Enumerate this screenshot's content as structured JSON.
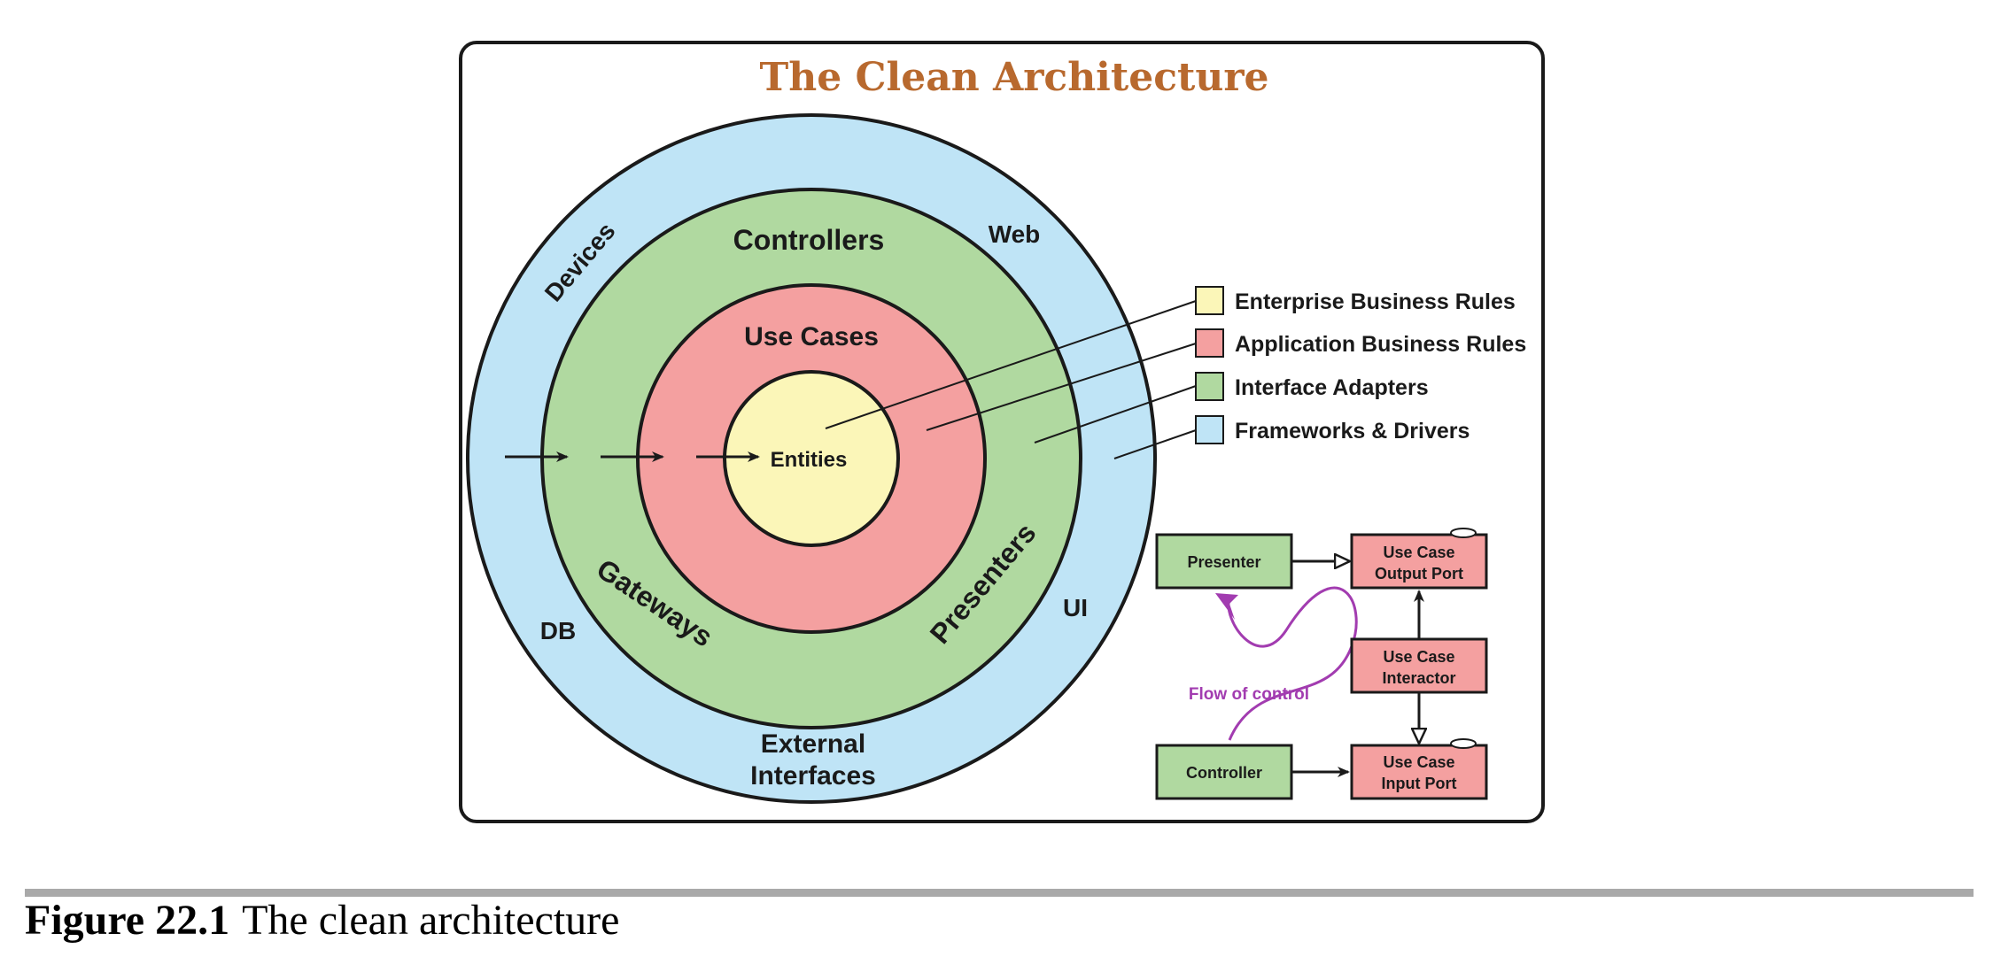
{
  "diagram": {
    "title": "The Clean Architecture",
    "rings": {
      "outer": {
        "labels": {
          "devices": "Devices",
          "web": "Web",
          "db": "DB",
          "ui": "UI",
          "external_line1": "External",
          "external_line2": "Interfaces"
        },
        "color": "#bfe4f6"
      },
      "adapters": {
        "labels": {
          "controllers": "Controllers",
          "gateways": "Gateways",
          "presenters": "Presenters"
        },
        "color": "#b0d9a0"
      },
      "usecases": {
        "labels": {
          "usecases": "Use Cases"
        },
        "color": "#f4a0a0"
      },
      "entities": {
        "labels": {
          "entities": "Entities"
        },
        "color": "#fbf6b8"
      }
    },
    "legend": [
      {
        "label": "Enterprise Business Rules",
        "color": "#fbf6b8"
      },
      {
        "label": "Application Business Rules",
        "color": "#f4a0a0"
      },
      {
        "label": "Interface Adapters",
        "color": "#b0d9a0"
      },
      {
        "label": "Frameworks & Drivers",
        "color": "#bfe4f6"
      }
    ],
    "flow": {
      "presenter": "Presenter",
      "controller": "Controller",
      "output_port_line1": "Use Case",
      "output_port_line2": "Output Port",
      "interactor_line1": "Use Case",
      "interactor_line2": "Interactor",
      "input_port_line1": "Use Case",
      "input_port_line2": "Input Port",
      "flow_label": "Flow of control",
      "green": "#b0d9a0",
      "pink": "#f4a0a0",
      "purple": "#a23cb0"
    }
  },
  "caption": {
    "number": "Figure 22.1",
    "text": "The clean architecture"
  }
}
